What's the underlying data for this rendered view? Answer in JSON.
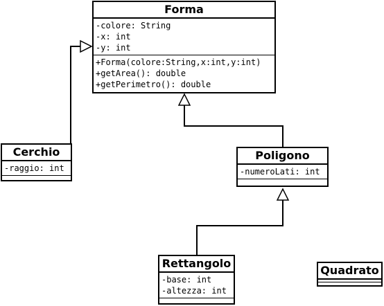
{
  "classes": {
    "forma": {
      "name": "Forma",
      "attributes": [
        "-colore: String",
        "-x: int",
        "-y: int"
      ],
      "methods": [
        "+Forma(colore:String,x:int,y:int)",
        "+getArea(): double",
        "+getPerimetro(): double"
      ]
    },
    "cerchio": {
      "name": "Cerchio",
      "attributes": [
        "-raggio: int"
      ],
      "methods": []
    },
    "poligono": {
      "name": "Poligono",
      "attributes": [
        "-numeroLati: int"
      ],
      "methods": []
    },
    "rettangolo": {
      "name": "Rettangolo",
      "attributes": [
        "-base: int",
        "-altezza: int"
      ],
      "methods": []
    },
    "quadrato": {
      "name": "Quadrato",
      "attributes": [],
      "methods": []
    }
  },
  "relations": [
    {
      "type": "generalization",
      "from": "Cerchio",
      "to": "Forma"
    },
    {
      "type": "generalization",
      "from": "Poligono",
      "to": "Forma"
    },
    {
      "type": "generalization",
      "from": "Rettangolo",
      "to": "Poligono"
    }
  ]
}
